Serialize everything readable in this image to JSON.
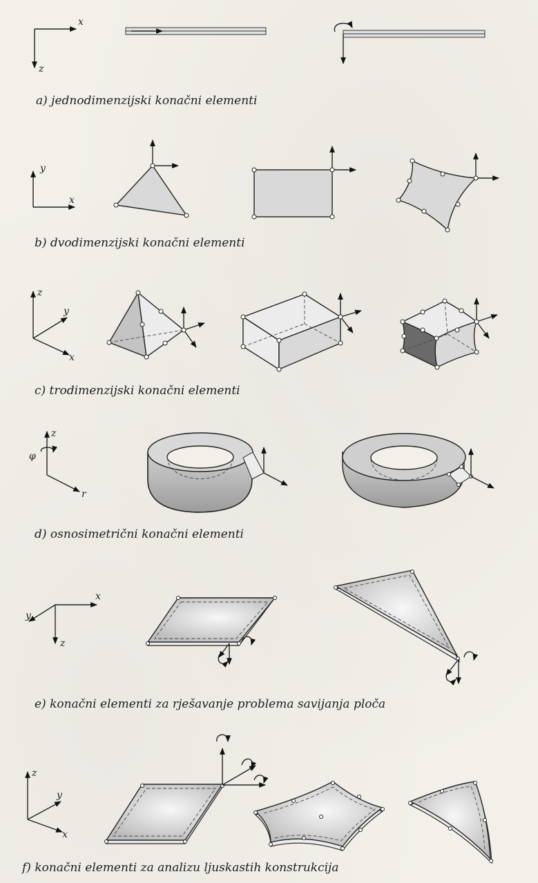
{
  "figure": {
    "panels": [
      {
        "id": "a",
        "caption": "a)  jednodimenzijski konačni elementi",
        "axes": {
          "x": "x",
          "z": "z"
        }
      },
      {
        "id": "b",
        "caption": "b)  dvodimenzijski konačni elementi",
        "axes": {
          "x": "x",
          "y": "y"
        }
      },
      {
        "id": "c",
        "caption": "c)  trodimenzijski konačni elementi",
        "axes": {
          "x": "x",
          "y": "y",
          "z": "z"
        }
      },
      {
        "id": "d",
        "caption": "d)  osnosimetrični konačni elementi",
        "axes": {
          "phi": "φ",
          "r": "r",
          "z": "z"
        }
      },
      {
        "id": "e",
        "caption": "e)   konačni elementi za rješavanje problema savijanja ploča",
        "axes": {
          "x": "x",
          "y": "y",
          "z": "z"
        }
      },
      {
        "id": "f",
        "caption": "f)   konačni elementi za analizu ljuskastih konstrukcija",
        "axes": {
          "x": "x",
          "y": "y",
          "z": "z"
        }
      }
    ]
  }
}
